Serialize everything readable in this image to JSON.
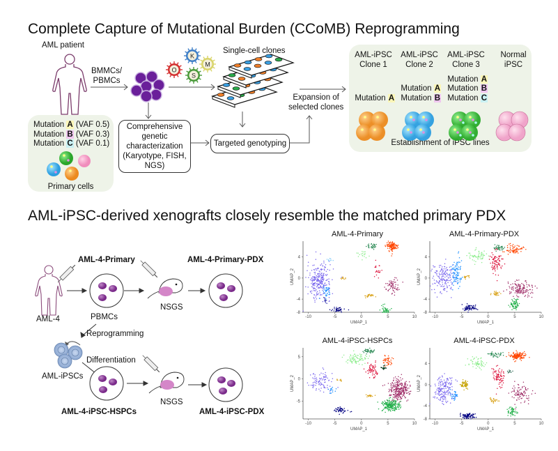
{
  "panel_top": {
    "title": "Complete Capture of Mutational Burden (CCoMB) Reprogramming",
    "patient_label": "AML patient",
    "sample_label_line1": "BMMCs/",
    "sample_label_line2": "PBMCs",
    "factors": [
      {
        "letter": "K",
        "color": "#3f7fc8"
      },
      {
        "letter": "M",
        "color": "#d9d46a"
      },
      {
        "letter": "O",
        "color": "#d43030"
      },
      {
        "letter": "S",
        "color": "#4a9a3a"
      }
    ],
    "single_cell_clones_label": "Single-cell clones",
    "expansion_label_line1": "Expansion of",
    "expansion_label_line2": "selected clones",
    "characterization_lines": [
      "Comprehensive",
      "genetic",
      "characterization",
      "(Karyotype, FISH,",
      "NGS)"
    ],
    "genotyping_label": "Targeted genotyping",
    "primary_cells": {
      "mutations": [
        {
          "prefix": "Mutation",
          "letter": "A",
          "vaf": "(VAF 0.5)"
        },
        {
          "prefix": "Mutation",
          "letter": "B",
          "vaf": "(VAF 0.3)"
        },
        {
          "prefix": "Mutation",
          "letter": "C",
          "vaf": "(VAF 0.1)"
        }
      ],
      "label": "Primary cells"
    },
    "ipsc_lines": {
      "clones": [
        {
          "line1": "AML-iPSC",
          "line2": "Clone 1",
          "mutations": [
            "A"
          ],
          "color": "#f0a030"
        },
        {
          "line1": "AML-iPSC",
          "line2": "Clone 2",
          "mutations": [
            "A",
            "B"
          ],
          "color": "#3fb0e8"
        },
        {
          "line1": "AML-iPSC",
          "line2": "Clone 3",
          "mutations": [
            "A",
            "B",
            "C"
          ],
          "color": "#3dbb3d"
        },
        {
          "line1": "Normal",
          "line2": "iPSC",
          "mutations": [],
          "color": "#f3a6cc"
        }
      ],
      "mutation_prefix": "Mutation",
      "label": "Establishment of iPSC lines"
    }
  },
  "panel_bottom": {
    "title": "AML-iPSC-derived xenografts closely resemble the matched primary PDX",
    "patient_label": "AML-4",
    "primary_label": "AML-4-Primary",
    "primary_pdx_label": "AML-4-Primary-PDX",
    "mouse_label_1": "NSGS",
    "pbmcs_label": "PBMCs",
    "reprogramming_label": "Reprogramming",
    "aml_ipscs_label": "AML-iPSCs",
    "differentiation_label": "Differentiation",
    "mouse_label_2": "NSGS",
    "ipsc_hspcs_label": "AML-4-iPSC-HSPCs",
    "ipsc_pdx_label": "AML-4-iPSC-PDX"
  },
  "chart_data": [
    {
      "type": "scatter",
      "title": "AML-4-Primary",
      "xlabel": "UMAP_1",
      "ylabel": "UMAP_2",
      "xlim": [
        -11,
        10
      ],
      "ylim": [
        -6.5,
        7
      ],
      "xticks": [
        "-10",
        "-5",
        "0",
        "5",
        "10"
      ],
      "yticks": [
        "-8",
        "-4",
        "0",
        "4"
      ],
      "clusters": [
        {
          "color": "#7b68ee",
          "cx": -8,
          "cy": -0.5,
          "rx": 2,
          "ry": 3,
          "n": 260
        },
        {
          "color": "#1e90ff",
          "cx": -6.5,
          "cy": -2.5,
          "rx": 0.6,
          "ry": 1,
          "n": 40
        },
        {
          "color": "#000080",
          "cx": -4.5,
          "cy": -6,
          "rx": 1.2,
          "ry": 0.4,
          "n": 40
        },
        {
          "color": "#3a3ab0",
          "cx": -6.8,
          "cy": -4.3,
          "rx": 0.3,
          "ry": 0.5,
          "n": 12
        },
        {
          "color": "#ff4500",
          "cx": 5.8,
          "cy": 6,
          "rx": 1,
          "ry": 0.8,
          "n": 120
        },
        {
          "color": "#2e8b57",
          "cx": 2,
          "cy": 6,
          "rx": 0.8,
          "ry": 0.6,
          "n": 30
        },
        {
          "color": "#90ee90",
          "cx": 0,
          "cy": 4.5,
          "rx": 1.2,
          "ry": 0.8,
          "n": 18
        },
        {
          "color": "#daa520",
          "cx": 1.5,
          "cy": -3.3,
          "rx": 1,
          "ry": 0.3,
          "n": 30
        },
        {
          "color": "#daa520",
          "cx": -3.5,
          "cy": 0,
          "rx": 0.4,
          "ry": 0.3,
          "n": 10
        },
        {
          "color": "#a0306a",
          "cx": 6,
          "cy": -1.5,
          "rx": 1.2,
          "ry": 1.4,
          "n": 60
        },
        {
          "color": "#dc143c",
          "cx": 3,
          "cy": 1.5,
          "rx": 0.6,
          "ry": 1.2,
          "n": 20
        },
        {
          "color": "#22b04a",
          "cx": 4.5,
          "cy": -6,
          "rx": 0.8,
          "ry": 0.8,
          "n": 40
        },
        {
          "color": "#87cefa",
          "cx": -6,
          "cy": 3.5,
          "rx": 0.6,
          "ry": 0.4,
          "n": 10
        }
      ]
    },
    {
      "type": "scatter",
      "title": "AML-4-Primary-PDX",
      "xlabel": "UMAP_1",
      "ylabel": "UMAP_2",
      "xlim": [
        -11,
        10
      ],
      "ylim": [
        -6.5,
        7
      ],
      "xticks": [
        "-10",
        "-5",
        "0",
        "5",
        "10"
      ],
      "yticks": [
        "-8",
        "-4",
        "0",
        "4"
      ],
      "clusters": [
        {
          "color": "#7b68ee",
          "cx": -8.5,
          "cy": 0,
          "rx": 1.8,
          "ry": 2.5,
          "n": 160
        },
        {
          "color": "#1e90ff",
          "cx": -6,
          "cy": 1,
          "rx": 1,
          "ry": 2.5,
          "n": 90
        },
        {
          "color": "#000080",
          "cx": -3.5,
          "cy": -5.7,
          "rx": 1.3,
          "ry": 0.5,
          "n": 70
        },
        {
          "color": "#ff4500",
          "cx": 5,
          "cy": 5.5,
          "rx": 1.4,
          "ry": 0.8,
          "n": 70
        },
        {
          "color": "#2e8b57",
          "cx": 2,
          "cy": 5.7,
          "rx": 1,
          "ry": 0.5,
          "n": 40
        },
        {
          "color": "#90ee90",
          "cx": -2,
          "cy": 4.2,
          "rx": 1.5,
          "ry": 1,
          "n": 60
        },
        {
          "color": "#dc143c",
          "cx": 1.5,
          "cy": 3,
          "rx": 1,
          "ry": 2,
          "n": 80
        },
        {
          "color": "#a0306a",
          "cx": 6,
          "cy": -2,
          "rx": 2.2,
          "ry": 1.4,
          "n": 140
        },
        {
          "color": "#22b04a",
          "cx": 5,
          "cy": -5,
          "rx": 1,
          "ry": 0.9,
          "n": 60
        },
        {
          "color": "#daa520",
          "cx": 1.5,
          "cy": -3,
          "rx": 1,
          "ry": 0.4,
          "n": 25
        },
        {
          "color": "#daa520",
          "cx": -4,
          "cy": 0.3,
          "rx": 0.6,
          "ry": 0.3,
          "n": 15
        }
      ]
    },
    {
      "type": "scatter",
      "title": "AML-4-iPSC-HSPCs",
      "xlabel": "UMAP_1",
      "ylabel": "UMAP_2",
      "xlim": [
        -11,
        10
      ],
      "ylim": [
        -9,
        7
      ],
      "xticks": [
        "-10",
        "-5",
        "0",
        "5",
        "10"
      ],
      "yticks": [
        "-5",
        "0",
        "5"
      ],
      "clusters": [
        {
          "color": "#7b68ee",
          "cx": -7.5,
          "cy": -0.5,
          "rx": 2,
          "ry": 2,
          "n": 90
        },
        {
          "color": "#1e90ff",
          "cx": -5.5,
          "cy": -2.5,
          "rx": 0.6,
          "ry": 0.8,
          "n": 14
        },
        {
          "color": "#000080",
          "cx": -3.8,
          "cy": -7,
          "rx": 1.2,
          "ry": 0.6,
          "n": 50
        },
        {
          "color": "#90ee90",
          "cx": -1,
          "cy": 4.5,
          "rx": 1.8,
          "ry": 1,
          "n": 80
        },
        {
          "color": "#2e8b57",
          "cx": 1.5,
          "cy": 6.3,
          "rx": 1,
          "ry": 0.5,
          "n": 40
        },
        {
          "color": "#ff4500",
          "cx": 5,
          "cy": 4,
          "rx": 0.8,
          "ry": 1,
          "n": 40
        },
        {
          "color": "#0a3d20",
          "cx": 4.3,
          "cy": 2.5,
          "rx": 0.5,
          "ry": 0.4,
          "n": 18
        },
        {
          "color": "#dc143c",
          "cx": 2,
          "cy": 2,
          "rx": 1,
          "ry": 1.5,
          "n": 60
        },
        {
          "color": "#a0306a",
          "cx": 7,
          "cy": -2.5,
          "rx": 1.7,
          "ry": 2.2,
          "n": 280
        },
        {
          "color": "#22b04a",
          "cx": 5.5,
          "cy": -6,
          "rx": 1.5,
          "ry": 1.2,
          "n": 200
        },
        {
          "color": "#daa520",
          "cx": 1.5,
          "cy": -3.8,
          "rx": 0.8,
          "ry": 0.3,
          "n": 18
        },
        {
          "color": "#daa520",
          "cx": -4,
          "cy": -0.3,
          "rx": 0.5,
          "ry": 0.3,
          "n": 10
        }
      ]
    },
    {
      "type": "scatter",
      "title": "AML-4-iPSC-PDX",
      "xlabel": "UMAP_1",
      "ylabel": "UMAP_2",
      "xlim": [
        -11,
        10
      ],
      "ylim": [
        -6.5,
        7
      ],
      "xticks": [
        "-10",
        "-5",
        "0",
        "5",
        "10"
      ],
      "yticks": [
        "-8",
        "-4",
        "0",
        "4"
      ],
      "clusters": [
        {
          "color": "#7b68ee",
          "cx": -8.5,
          "cy": -1,
          "rx": 1.6,
          "ry": 2.5,
          "n": 170
        },
        {
          "color": "#1e90ff",
          "cx": -6.5,
          "cy": -2,
          "rx": 0.7,
          "ry": 1,
          "n": 30
        },
        {
          "color": "#000080",
          "cx": -3.8,
          "cy": -6,
          "rx": 1.2,
          "ry": 0.5,
          "n": 80
        },
        {
          "color": "#c8a60c",
          "cx": -4.5,
          "cy": 0,
          "rx": 0.8,
          "ry": 0.6,
          "n": 60
        },
        {
          "color": "#daa520",
          "cx": 1,
          "cy": -3,
          "rx": 0.8,
          "ry": 0.4,
          "n": 25
        },
        {
          "color": "#90ee90",
          "cx": -2,
          "cy": 4,
          "rx": 1.6,
          "ry": 1,
          "n": 60
        },
        {
          "color": "#2e8b57",
          "cx": 1.5,
          "cy": 5.8,
          "rx": 1,
          "ry": 0.5,
          "n": 40
        },
        {
          "color": "#ff4500",
          "cx": 5.5,
          "cy": 5.5,
          "rx": 1.2,
          "ry": 0.6,
          "n": 140
        },
        {
          "color": "#dc143c",
          "cx": 2,
          "cy": 1.5,
          "rx": 1,
          "ry": 1.8,
          "n": 80
        },
        {
          "color": "#a0306a",
          "cx": 6,
          "cy": -1.5,
          "rx": 1.8,
          "ry": 1.6,
          "n": 90
        },
        {
          "color": "#22b04a",
          "cx": 4.5,
          "cy": -5,
          "rx": 1,
          "ry": 0.9,
          "n": 50
        },
        {
          "color": "#2e6b57",
          "cx": 4,
          "cy": 2.5,
          "rx": 0.5,
          "ry": 0.3,
          "n": 10
        }
      ]
    }
  ]
}
